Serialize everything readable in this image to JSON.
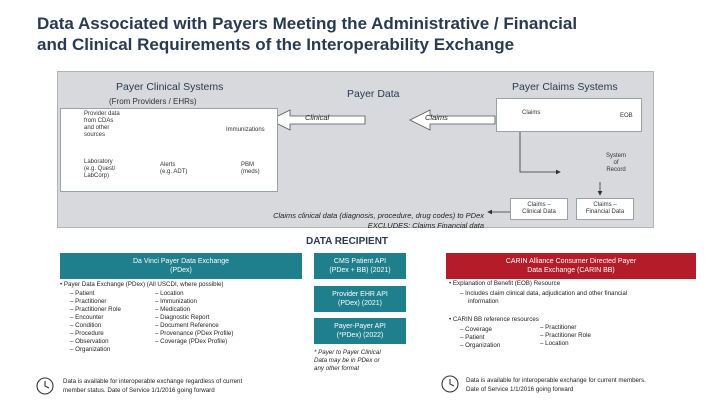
{
  "title": {
    "line1": "Data Associated with Payers Meeting the Administrative / Financial",
    "line2": "and Clinical Requirements of the Interoperability Exchange"
  },
  "top": {
    "clinical_systems": "Payer Clinical Systems",
    "from_providers": "(From Providers / EHRs)",
    "payer_data": "Payer Data",
    "claims_systems": "Payer Claims Systems",
    "clinical_label": "Clinical",
    "claims_label": "Claims",
    "provider_data": [
      "Provider data",
      "from CDAs",
      "and other",
      "sources"
    ],
    "immunizations": "Immunizations",
    "laboratory": [
      "Laboratory",
      "(e.g. Quest/",
      "LabCorp)"
    ],
    "alerts": [
      "Alerts",
      "(e.g. ADT)"
    ],
    "pbm": [
      "PBM",
      "(meds)"
    ],
    "claims_icon_label": "Claims",
    "eob": "EOB",
    "system_of_record": [
      "System",
      "of",
      "Record"
    ],
    "claims_clinical": [
      "Claims –",
      "Clinical Data"
    ],
    "claims_financial": [
      "Claims –",
      "Financial Data"
    ],
    "note_line1": "Claims clinical data (diagnosis, procedure, drug codes) to PDex",
    "note_line2": "EXCLUDES: Claims Financial data"
  },
  "data_recipient": "DATA RECIPIENT",
  "left": {
    "banner_line1": "Da Vinci Payer Data Exchange",
    "banner_line2": "(PDex)",
    "bullet": "Payer Data Exchange (PDex) (All USCDI, where possible)",
    "col1": [
      "Patient",
      "Practitioner",
      "Practitioner Role",
      "Encounter",
      "Condition",
      "Procedure",
      "Observation",
      "Organization"
    ],
    "col2": [
      "Location",
      "Immunization",
      "Medication",
      "Diagnostic Report",
      "Document Reference",
      "Provenance (PDex Profile)",
      "Coverage (PDex Profile)"
    ],
    "footer_line1": "Data is available for interoperable exchange regardless of current",
    "footer_line2": "member status. Date of Service 1/1/2016 going forward"
  },
  "middle": {
    "cms_line1": "CMS Patient API",
    "cms_line2": "(PDex + BB) (2021)",
    "provider_line1": "Provider EHR API",
    "provider_line2": "(PDex) (2021)",
    "p2p_line1": "Payer-Payer API",
    "p2p_line2": "(*PDex) (2022)",
    "note": [
      "* Payer to Payer Clinical",
      "Data may be in PDex or",
      "any other format"
    ]
  },
  "right": {
    "banner_line1": "CARIN Alliance Consumer Directed Payer",
    "banner_line2": "Data Exchange (CARIN BB)",
    "bullet1": "Explanation of Benefit (EOB) Resource",
    "sub1": [
      "Includes claim clinical data, adjudication and other financial",
      "information"
    ],
    "bullet2": "CARIN BB reference resources",
    "col1": [
      "Coverage",
      "Patient",
      "Organization"
    ],
    "col2": [
      "Practitioner",
      "Practitioner Role",
      "Location"
    ],
    "footer_line1": "Data is available for interoperable exchange for current members.",
    "footer_line2": "Date of Service 1/1/2016 going forward"
  },
  "colors": {
    "teal": "#1f7f8c",
    "red": "#b51c2a",
    "gray_panel": "#d7d9dc",
    "title": "#2a3a50"
  }
}
